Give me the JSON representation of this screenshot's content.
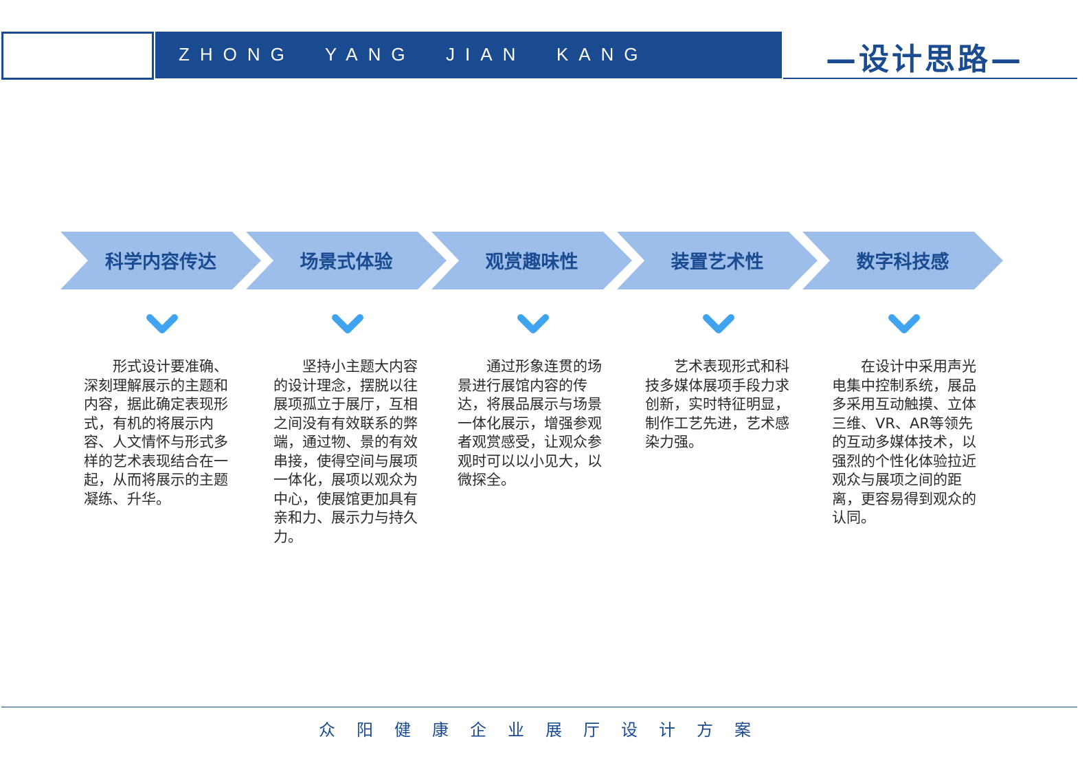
{
  "header": {
    "banner_text": "ZHONG  YANG  JIAN  KANG",
    "title": "—设计思路—"
  },
  "steps": [
    {
      "label": "科学内容传达",
      "description": "形式设计要准确、深刻理解展示的主题和内容，据此确定表现形式，有机的将展示内容、人文情怀与形式多样的艺术表现结合在一起，从而将展示的主题凝练、升华。"
    },
    {
      "label": "场景式体验",
      "description": "坚持小主题大内容的设计理念，摆脱以往展项孤立于展厅，互相之间没有有效联系的弊端，通过物、景的有效串接，使得空间与展项一体化，展项以观众为中心，使展馆更加具有亲和力、展示力与持久力。"
    },
    {
      "label": "观赏趣味性",
      "description": "通过形象连贯的场景进行展馆内容的传达，将展品展示与场景一体化展示，增强参观者观赏感受，让观众参观时可以以小见大，以微探全。"
    },
    {
      "label": "装置艺术性",
      "description": "艺术表现形式和科技多媒体展项手段力求创新，实时特征明显，制作工艺先进，艺术感染力强。"
    },
    {
      "label": "数字科技感",
      "description": "在设计中采用声光电集中控制系统，展品多采用互动触摸、立体三维、VR、AR等领先的互动多媒体技术，以强烈的个性化体验拉近观众与展项之间的距离，更容易得到观众的认同。"
    }
  ],
  "footer": {
    "text": "众阳健康企业展厅设计方案"
  },
  "colors": {
    "primary": "#1a4a8f",
    "chevron": "#9dbeea",
    "arrow": "#3fa3ef"
  }
}
